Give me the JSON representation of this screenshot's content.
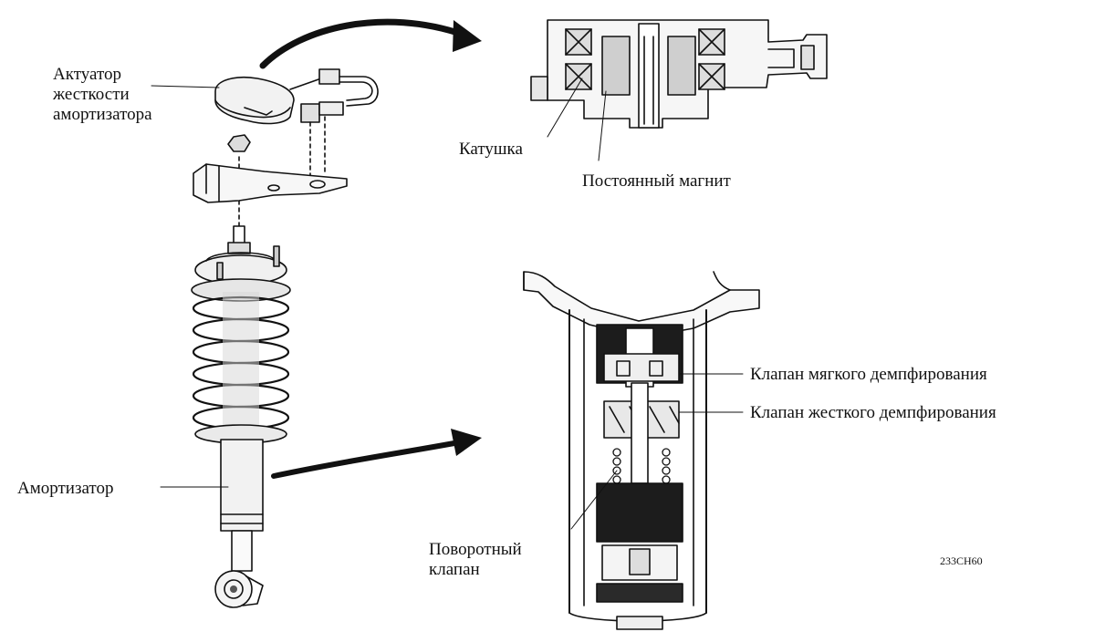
{
  "labels": {
    "actuator": [
      "Актуатор",
      "жесткости",
      "амортизатора"
    ],
    "coil": "Катушка",
    "magnet": "Постоянный магнит",
    "soft_valve": "Клапан мягкого демпфирования",
    "hard_valve": "Клапан жесткого демпфирования",
    "shock": "Амортизатор",
    "rotary_valve": [
      "Поворотный",
      "клапан"
    ],
    "figure_code": "233CH60"
  }
}
